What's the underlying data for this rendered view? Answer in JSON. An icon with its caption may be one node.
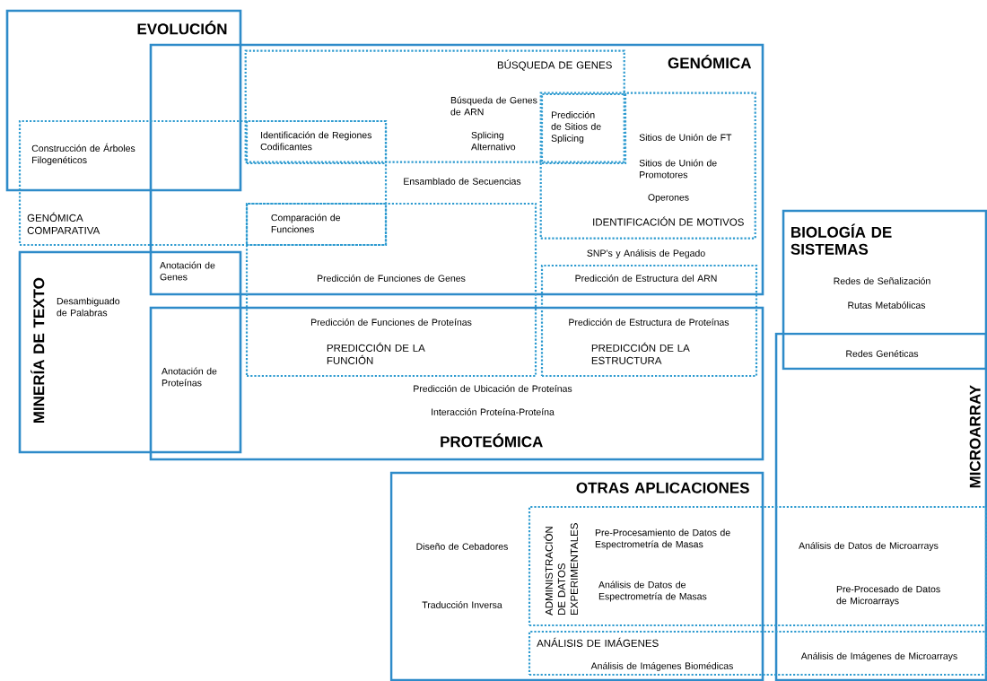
{
  "diagram": {
    "nodes": [
      {
        "text": [
          "EVOLUCIÓN"
        ]
      },
      {
        "text": [
          "GENÓMICA"
        ]
      },
      {
        "text": [
          "BÚSQUEDA DE GENES"
        ],
        "in": 1
      },
      {
        "text": [
          "Predicción de Sitios de Splicing"
        ]
      },
      {
        "text": [
          "IDENTIFICACIÓN DE MOTIVOS"
        ],
        "in": 1
      },
      {
        "text": [
          "Identificación de Regiones Codificantes"
        ]
      },
      {
        "text": [
          "GENÓMICA COMPARATIVA"
        ]
      },
      {
        "text": [
          "Comparación de Funciones"
        ]
      },
      {
        "text": [
          "PREDICCIÓN DE LA FUNCIÓN"
        ]
      },
      {
        "text": [
          "BIOLOGÍA DE SISTEMAS"
        ]
      },
      {
        "text": [
          "MINERÍA DE TEXTO"
        ]
      },
      {
        "text": [
          "PREDICCIÓN DE LA ESTRUCTURA"
        ]
      },
      {
        "text": [
          "PROTEÓMICA"
        ]
      },
      {
        "text": [
          "MICROARRAY"
        ]
      },
      {
        "text": [
          "OTRAS APLICACIONES"
        ]
      },
      {
        "text": [
          "ADMINISTRACIÓN DE DATOS EXPERIMENTALES"
        ]
      },
      {
        "text": [
          "ANÁLISIS DE IMÁGENES"
        ]
      }
    ],
    "labels": [
      "Búsqueda de Genes de ARN",
      "Splicing Alternativo",
      "Sitios de Unión de FT",
      "Construcción de Árboles Filogenéticos",
      "Sitios de Unión de Promotores",
      "Ensamblado de Secuencias",
      "Operones",
      "SNP’s y Análisis de Pegado",
      "Anotación de Genes",
      "Desambiguado de Palabras",
      "Predicción de Funciones de Genes",
      "Predicción de Estructura del ARN",
      "Redes de Señalización",
      "Rutas Metabólicas",
      "Predicción de Funciones de Proteínas",
      "Predicción de Estructura de Proteínas",
      "Redes Genéticas",
      "Anotación de Proteínas",
      "Predicción de Ubicación de Proteínas",
      "Interacción Proteína-Proteína",
      "Diseño de Cebadores",
      "Pre-Procesamiento de Datos de Espectrometría de Masas",
      "Análisis de Datos de Microarrays",
      "Análisis de Datos de Espectrometría de Masas",
      "Traducción Inversa",
      "Pre-Procesado de Datos de Microarrays",
      "Análisis de Imágenes de Microarrays",
      "Análisis de Imágenes Biomédicas"
    ]
  }
}
